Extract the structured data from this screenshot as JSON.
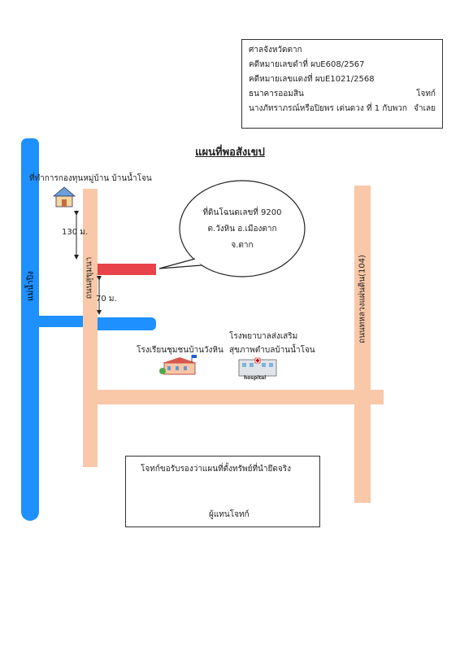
{
  "case_info": {
    "court": "ศาลจังหวัดตาก",
    "black_case_no": "คดีหมายเลขดำที่ ผบE608/2567",
    "red_case_no": "คดีหมายเลขแดงที่ ผบE1021/2568",
    "plaintiff": "ธนาคารออมสิน",
    "plaintiff_role": "โจทก์",
    "defendant": "นางภัทราภรณ์หรือปิยพร เด่นดวง ที่ 1 กับพวก",
    "defendant_role": "จำเลย"
  },
  "map_title": "แผนที่พอสังเขป",
  "landmarks": {
    "village_office": "ที่ทำการกองทุนหมู่บ้าน บ้านน้ำโจน",
    "school": "โรงเรียนชุมชนบ้านวังหิน",
    "hospital_line1": "โรงพยาบาลส่งเสริม",
    "hospital_line2": "สุขภาพตำบลบ้านน้ำโจน",
    "hospital_sign": "hospital"
  },
  "roads": {
    "left_road": "ถนนสุขุมนา",
    "right_road": "ถนนทหลวงแผ่นดิน(104)",
    "river": "แม่น้ำปิง"
  },
  "distances": {
    "north": "130 ม.",
    "south": "70 ม."
  },
  "callout": {
    "line1": "ที่ดินโฉนดเลขที่ 9200",
    "line2": "ต.วังหิน อ.เมืองตาก",
    "line3": "จ.ตาก"
  },
  "certification": {
    "text": "โจทก์ขอรับรองว่าแผนที่ตั้งทรัพย์ที่นำยึดจริง",
    "signer": "ผู้แทนโจทก์"
  },
  "colors": {
    "road": "#f8c8a8",
    "river": "#1e90ff",
    "plot": "#e8434a"
  }
}
